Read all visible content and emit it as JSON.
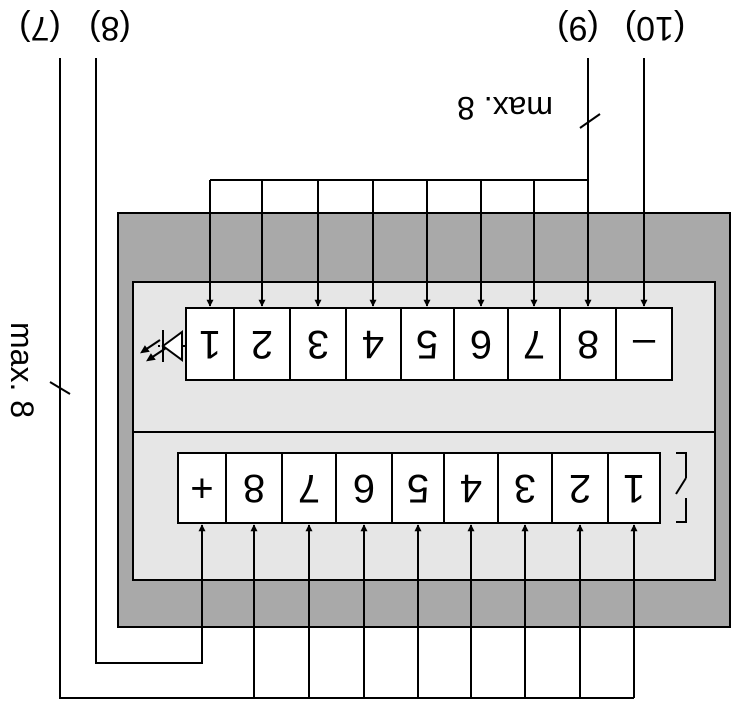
{
  "labels": {
    "left_outer": "(7)",
    "left_inner": "(8)",
    "right_inner": "(9)",
    "right_outer": "(10)",
    "top_max": "max. 8",
    "side_max": "max. 8"
  },
  "top_terminals": [
    "1",
    "2",
    "3",
    "4",
    "5",
    "6",
    "7",
    "8",
    "–"
  ],
  "bottom_terminals": [
    "+",
    "8",
    "7",
    "6",
    "5",
    "4",
    "3",
    "2",
    "1"
  ],
  "colors": {
    "housing": "#a9a9a9",
    "panel": "#e6e6e6",
    "terminal": "#ffffff",
    "line": "#000000"
  },
  "icons": {
    "led": "led-diode-icon",
    "relay": "relay-contact-icon"
  }
}
